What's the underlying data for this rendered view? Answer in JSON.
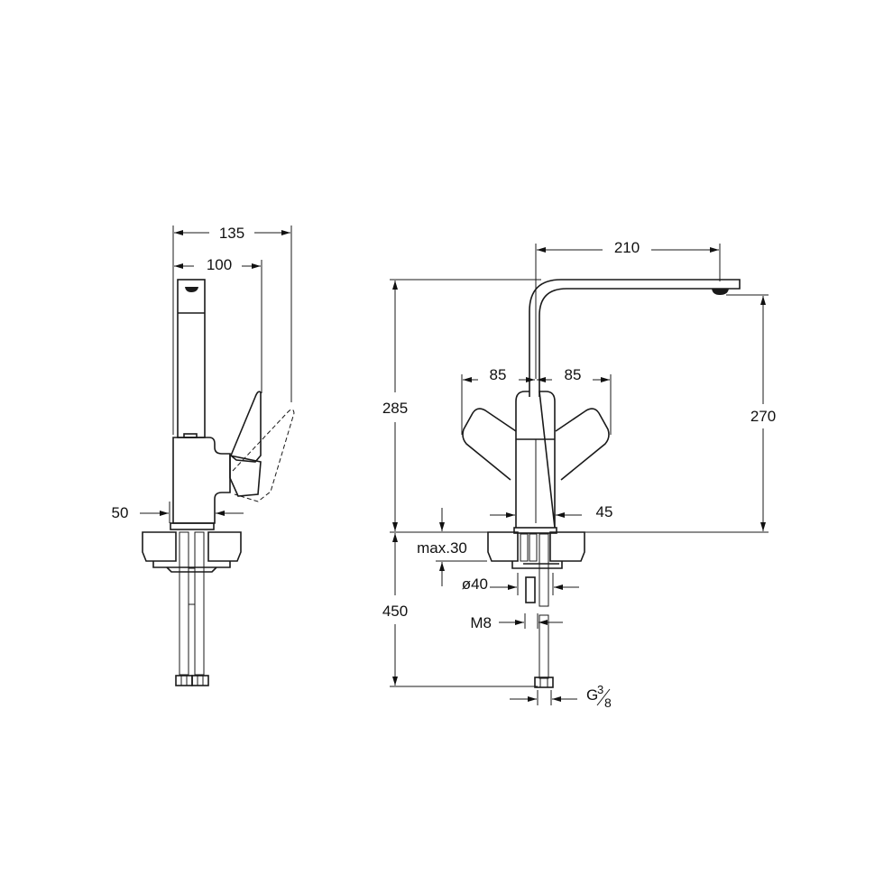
{
  "drawing": {
    "side_view": {
      "dims": {
        "overall_depth": "135",
        "lever_depth": "100",
        "base_width": "50"
      }
    },
    "front_view": {
      "dims": {
        "spout_reach": "210",
        "total_height": "285",
        "spout_height": "270",
        "handle_left": "85",
        "handle_right": "85",
        "body_width": "45",
        "counter_thickness": "max.30",
        "hole_diameter": "ø40",
        "stud": "M8",
        "hose_length": "450",
        "thread_G": "G",
        "thread_num": "3",
        "thread_den": "8"
      }
    }
  }
}
